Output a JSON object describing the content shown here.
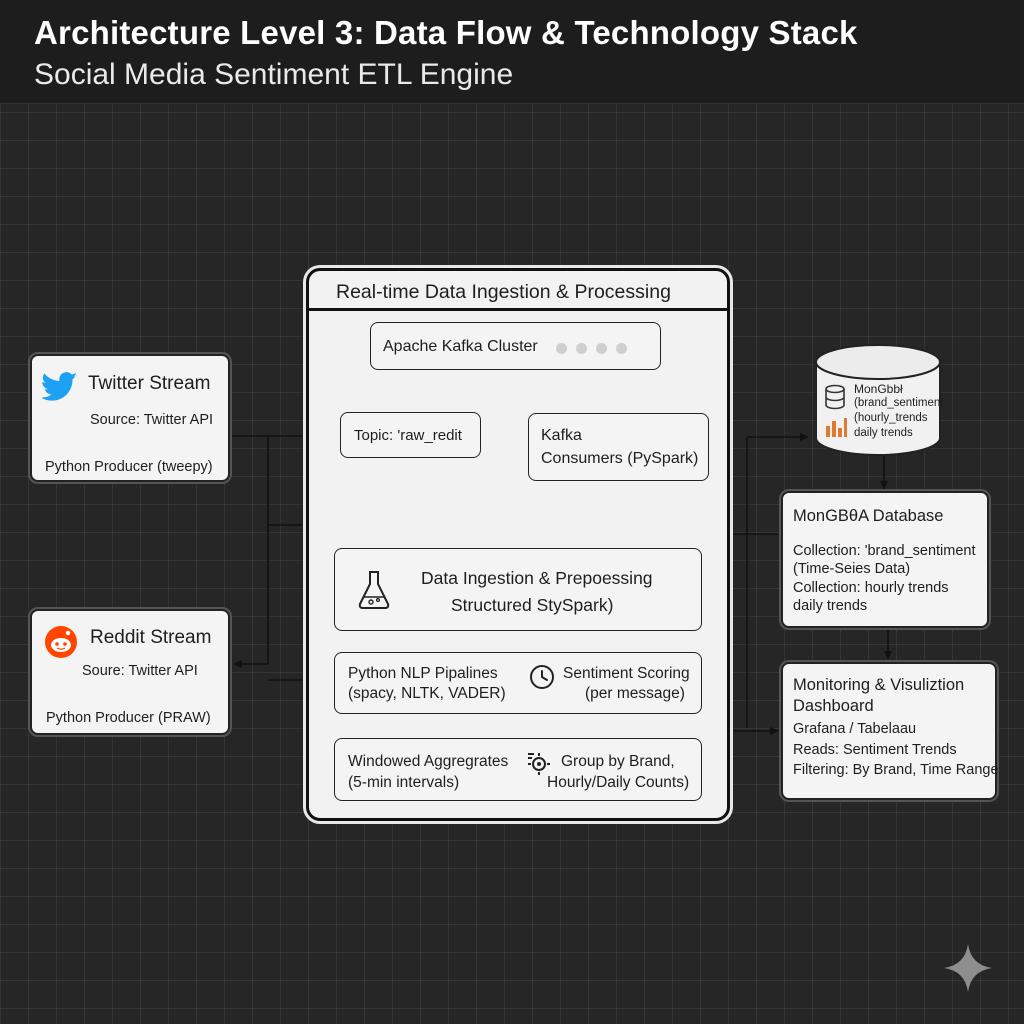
{
  "header": {
    "title": "Architecture Level 3: Data Flow & Technology Stack",
    "subtitle": "Social Media Sentiment ETL Engine"
  },
  "sources": {
    "twitter": {
      "name": "Twitter Stream",
      "source": "Source: Twitter API",
      "producer": "Python Producer (tweepy)"
    },
    "reddit": {
      "name": "Reddit Stream",
      "source": "Soure: Twitter API",
      "producer": "Python Producer (PRAW)"
    }
  },
  "processing": {
    "title": "Real-time Data Ingestion & Processing",
    "kafka_cluster": "Apache Kafka Cluster",
    "topic": "Topic: 'raw_redit",
    "consumers_line1": "Kafka",
    "consumers_line2": "Consumers (PySpark)",
    "ingestion_line1": "Data Ingestion & Prepoessing",
    "ingestion_line2": "Structured StySpark)",
    "nlp_line1": "Python NLP Pipalines",
    "nlp_line2": "(spacy, NLTK, VADER)",
    "scoring_line1": "Sentiment Scoring",
    "scoring_line2": "(per message)",
    "aggregates_line1": "Windowed Aggregrates",
    "aggregates_line2": "(5-min intervals)",
    "grouping_line1": "Group by Brand,",
    "grouping_line2": "Hourly/Daily Counts)"
  },
  "storage": {
    "cylinder_line1": "MonGbbł",
    "cylinder_line2": "(brand_sentiment",
    "cylinder_line3": "(hourly_trends",
    "cylinder_line4": "daily trends",
    "db_title": "MonGBθA Database",
    "db_line1": "Collection: 'brand_sentiment",
    "db_line2": "(Time-Seies Data)",
    "db_line3": "Collection: hourly trends",
    "db_line4": "daily trends"
  },
  "monitoring": {
    "title_line1": "Monitoring & Visuliztion",
    "title_line2": "Dashboard",
    "line1": "Grafana / Tabelaau",
    "line2": "Reads: Sentiment Trends",
    "line3": "Filtering: By Brand, Time Range"
  },
  "colors": {
    "background": "#262626",
    "header": "#1d1d1d",
    "twitter": "#1da1f2",
    "reddit": "#ff4500",
    "chart_icon": "#e07a30"
  }
}
